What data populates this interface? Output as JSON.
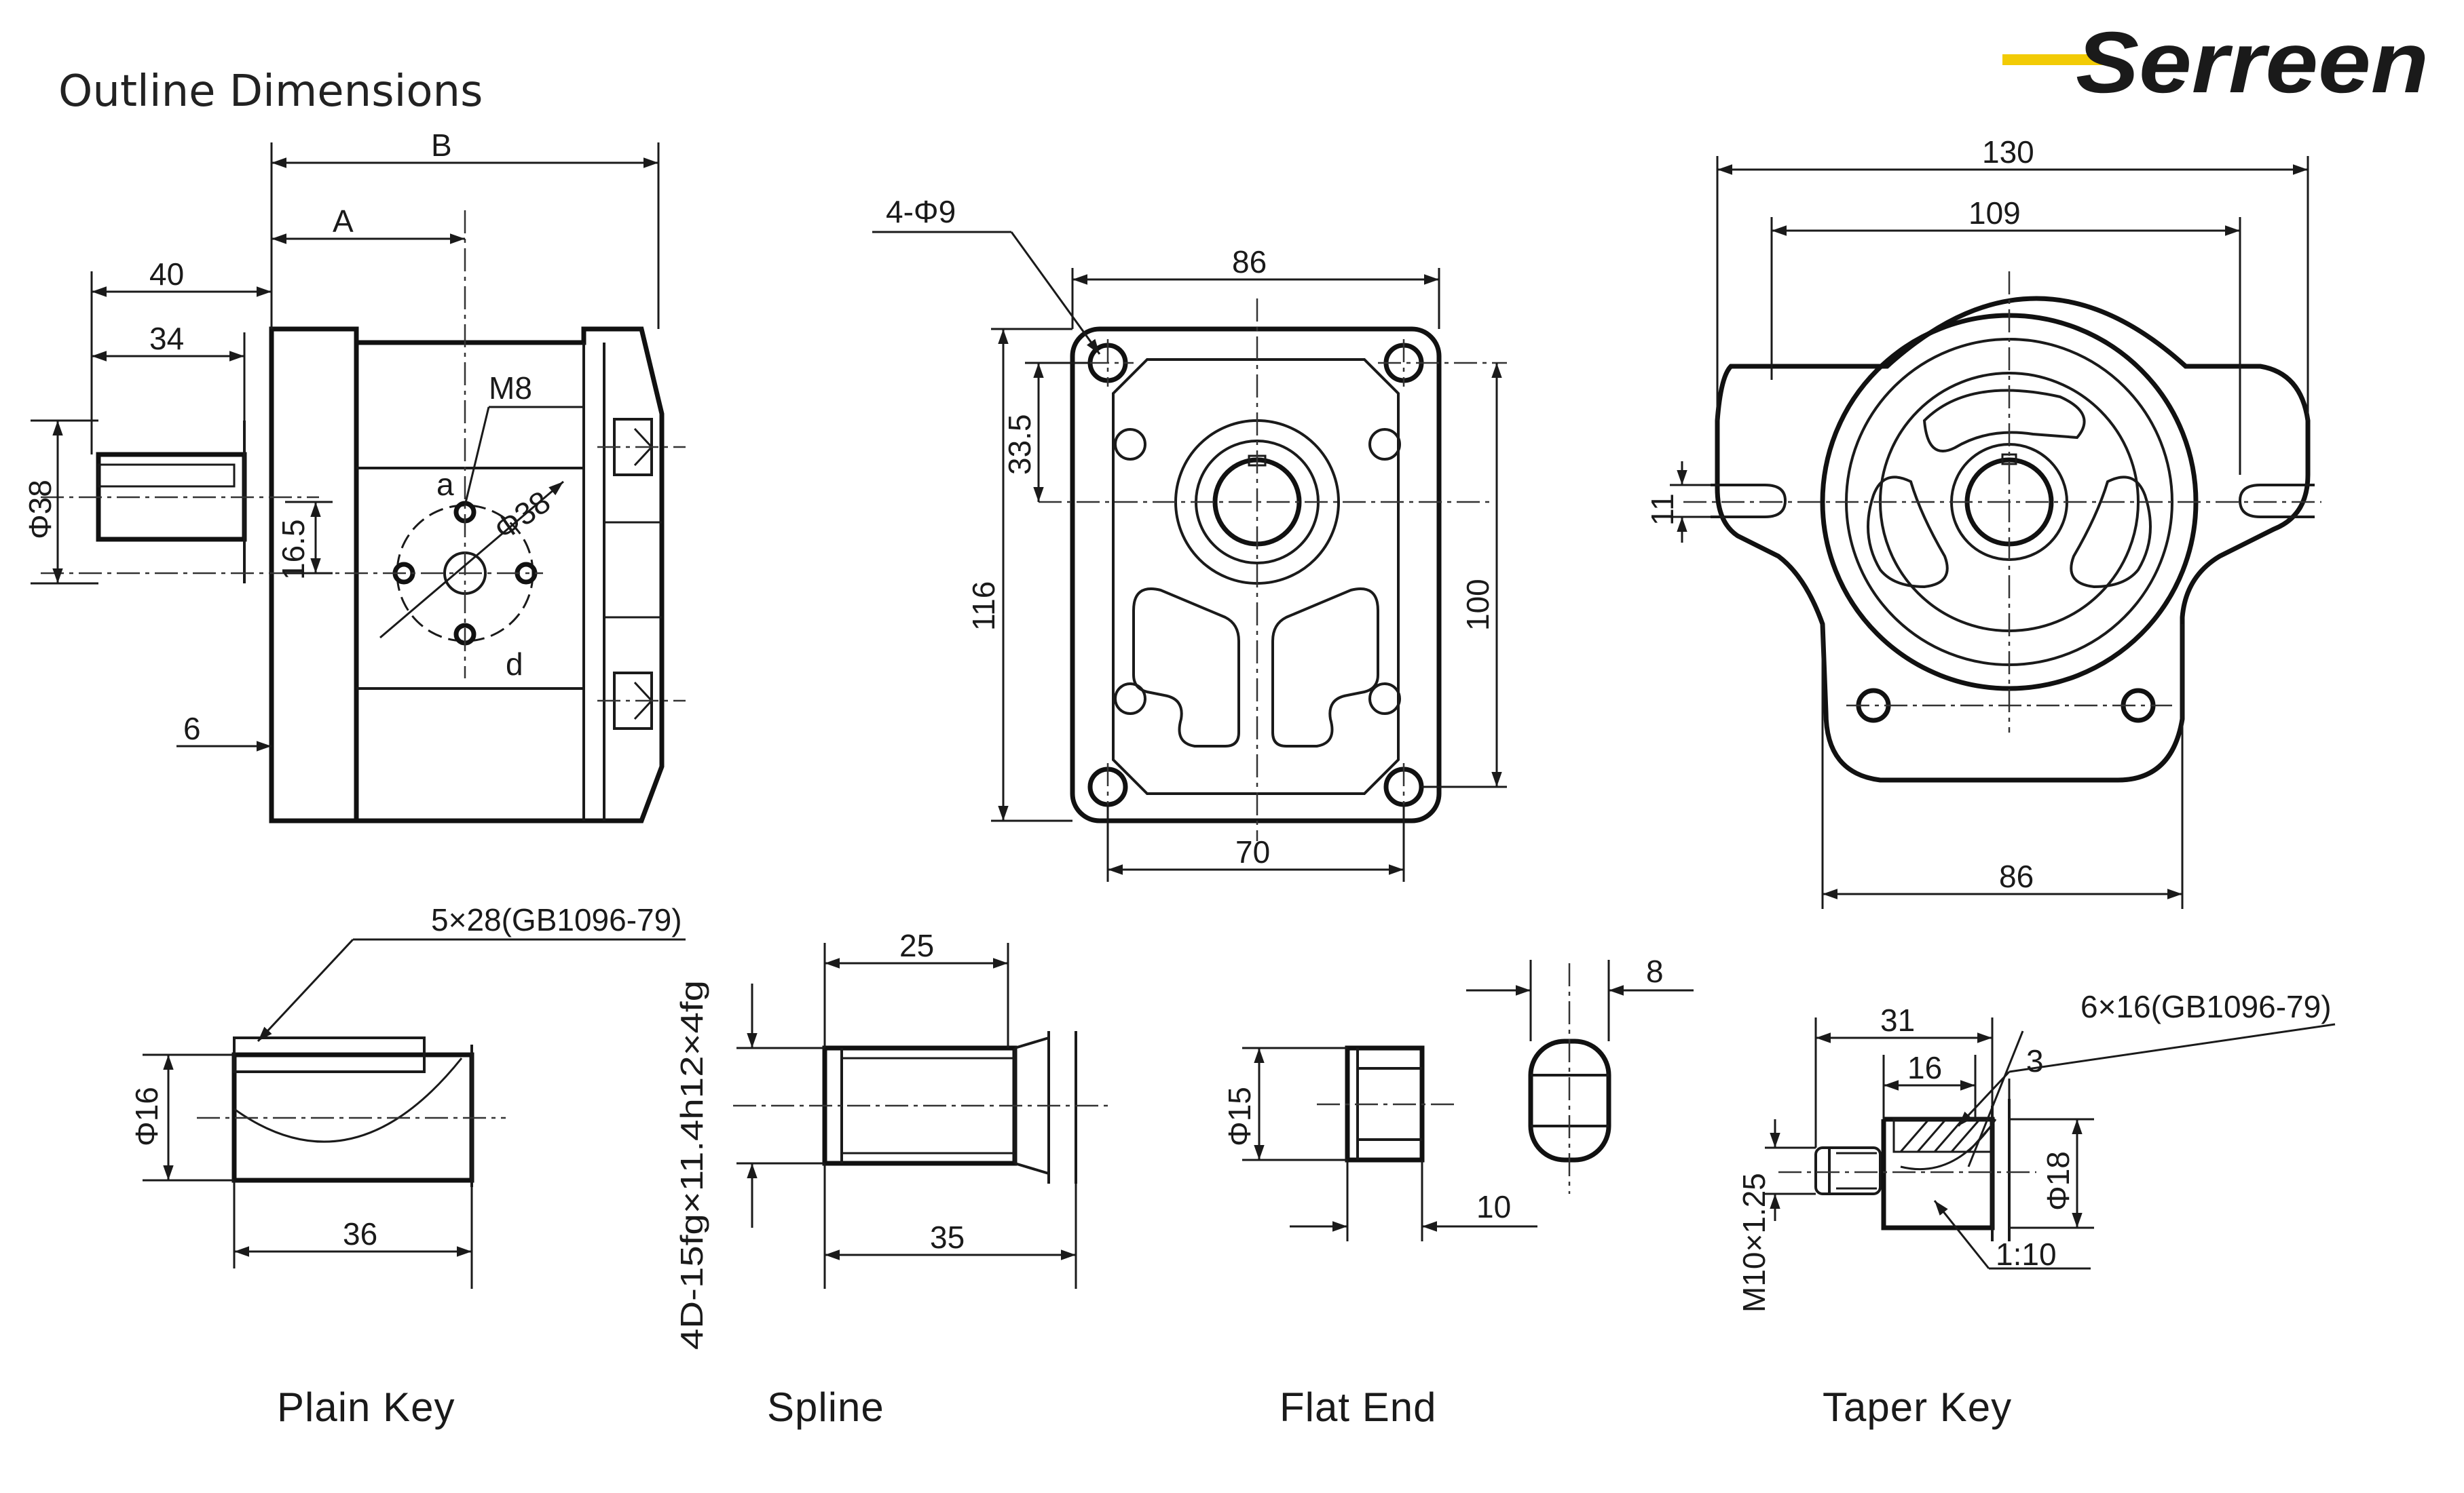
{
  "page": {
    "heading": "Outline Dimensions",
    "brand": "Serreen",
    "brand_color": "#f2cb05"
  },
  "side_view": {
    "dim_B": "B",
    "dim_A": "A",
    "dim_40": "40",
    "dim_34": "34",
    "dim_M8": "M8",
    "dim_a": "a",
    "dim_phi38_port": "Φ38",
    "dim_phi38_shaft": "Φ38",
    "dim_16_5": "16.5",
    "dim_d": "d",
    "dim_6": "6"
  },
  "front_view": {
    "dim_holes": "4-Φ9",
    "dim_86": "86",
    "dim_33_5": "33.5",
    "dim_116": "116",
    "dim_100": "100",
    "dim_70": "70"
  },
  "flange_view": {
    "dim_130": "130",
    "dim_109": "109",
    "dim_11": "11",
    "dim_86": "86"
  },
  "shaft_ends": {
    "plain_key": {
      "caption": "Plain Key",
      "key": "5×28(GB1096-79)",
      "dia": "Φ16",
      "len": "36"
    },
    "spline": {
      "caption": "Spline",
      "spec": "4D-15fg×11.4h12×4fg",
      "top": "25",
      "bottom": "35"
    },
    "flat_end": {
      "caption": "Flat End",
      "dia": "Φ15",
      "len": "10",
      "flat": "8"
    },
    "taper_key": {
      "caption": "Taper Key",
      "key": "6×16(GB1096-79)",
      "d31": "31",
      "d16": "16",
      "d3": "3",
      "dia": "Φ18",
      "thread": "M10×1.25",
      "taper": "1:10"
    }
  }
}
